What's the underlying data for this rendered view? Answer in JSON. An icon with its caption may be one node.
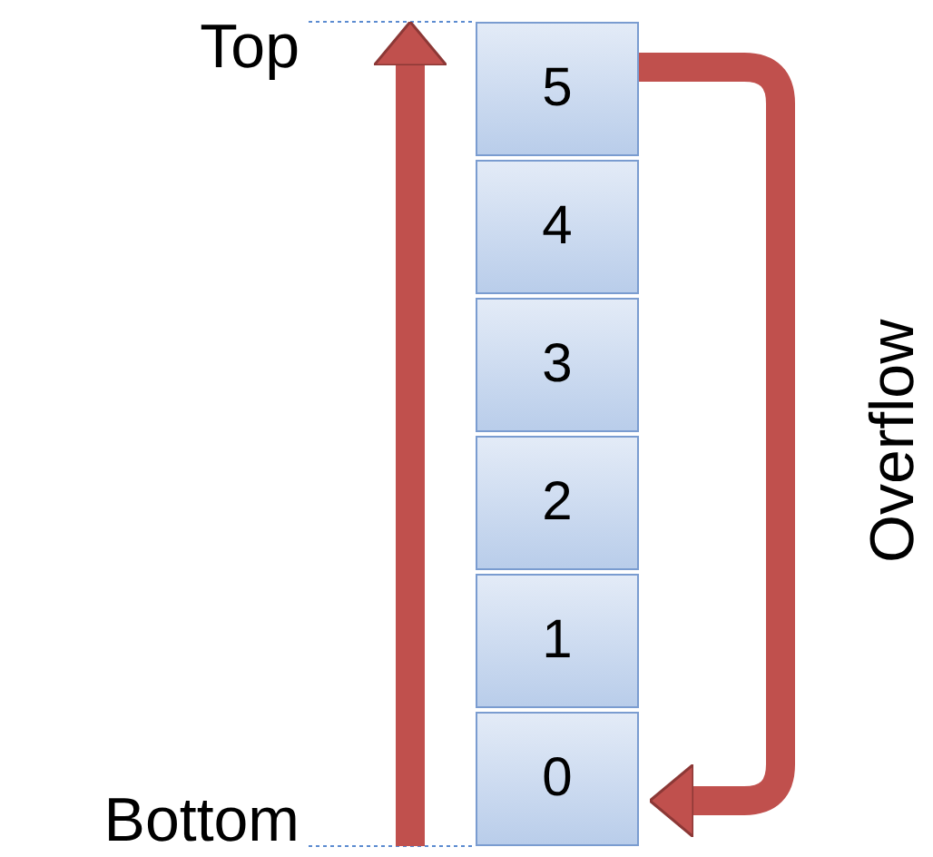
{
  "diagram": {
    "nodes": [
      {
        "text": [
          "5"
        ]
      },
      {
        "text": [
          "4"
        ]
      },
      {
        "text": [
          "3"
        ]
      },
      {
        "text": [
          "2"
        ]
      },
      {
        "text": [
          "1"
        ]
      },
      {
        "text": [
          "0"
        ]
      }
    ],
    "edges": [
      {
        "from": 0,
        "to": 5,
        "arrow": "to",
        "label": "Overflow"
      }
    ],
    "labels": [
      "Top",
      "Bottom"
    ]
  }
}
